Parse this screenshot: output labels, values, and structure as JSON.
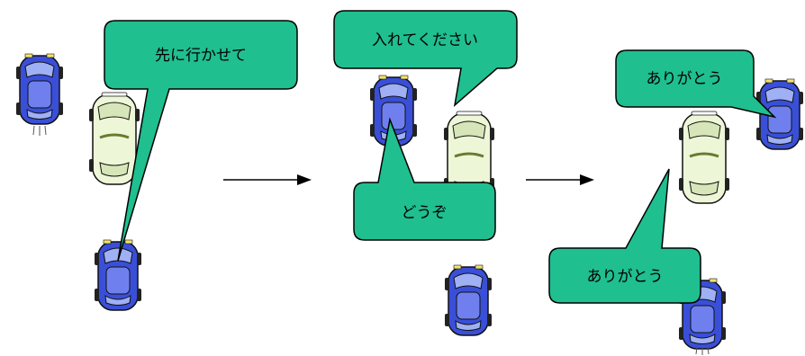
{
  "panels": [
    {
      "bubbles": [
        {
          "text": "先に行かせて"
        }
      ]
    },
    {
      "bubbles": [
        {
          "text": "入れてください"
        },
        {
          "text": "どうぞ"
        }
      ]
    },
    {
      "bubbles": [
        {
          "text": "ありがとう"
        },
        {
          "text": "ありがとう"
        }
      ]
    }
  ],
  "colors": {
    "bubble_fill": "#1fbf8f",
    "blue_car": "#3a4fd8",
    "white_car": "#eef6d8",
    "arrow": "#000000"
  }
}
